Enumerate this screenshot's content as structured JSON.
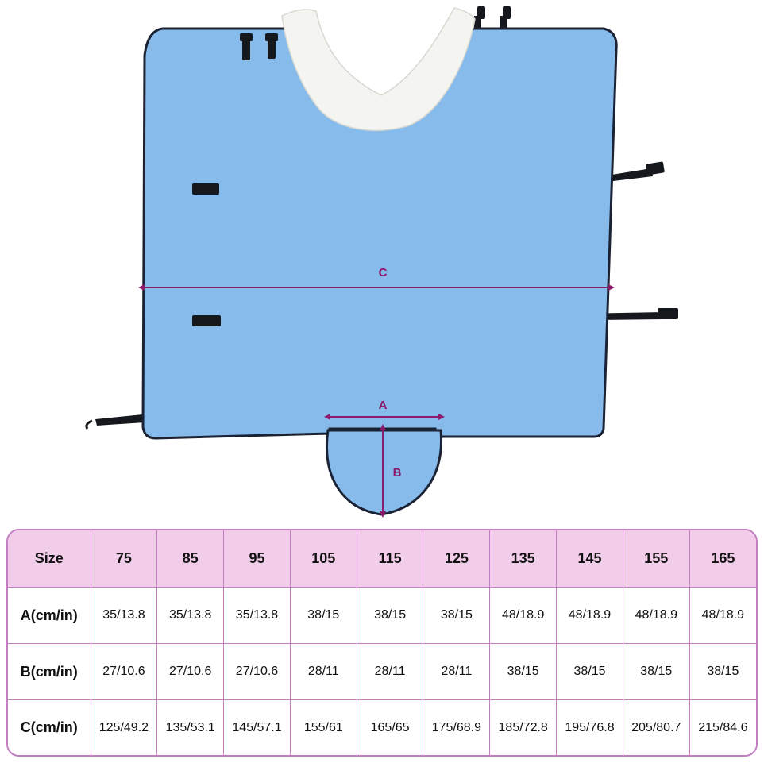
{
  "colors": {
    "fabric": "#86bbec",
    "fabric_edge": "#1a2233",
    "fleece": "#f4f4f0",
    "strap": "#15181c",
    "measure_line": "#8b1a6b",
    "table_border": "#c27ec0",
    "table_header_bg": "#f1cde9"
  },
  "illustration": {
    "dim_a_label": "A",
    "dim_b_label": "B",
    "dim_c_label": "C"
  },
  "size_table": {
    "header": [
      "Size",
      "75",
      "85",
      "95",
      "105",
      "115",
      "125",
      "135",
      "145",
      "155",
      "165"
    ],
    "rows": [
      {
        "label": "A(cm/in)",
        "cells": [
          "35/13.8",
          "35/13.8",
          "35/13.8",
          "38/15",
          "38/15",
          "38/15",
          "48/18.9",
          "48/18.9",
          "48/18.9",
          "48/18.9"
        ]
      },
      {
        "label": "B(cm/in)",
        "cells": [
          "27/10.6",
          "27/10.6",
          "27/10.6",
          "28/11",
          "28/11",
          "28/11",
          "38/15",
          "38/15",
          "38/15",
          "38/15"
        ]
      },
      {
        "label": "C(cm/in)",
        "cells": [
          "125/49.2",
          "135/53.1",
          "145/57.1",
          "155/61",
          "165/65",
          "175/68.9",
          "185/72.8",
          "195/76.8",
          "205/80.7",
          "215/84.6"
        ]
      }
    ]
  }
}
